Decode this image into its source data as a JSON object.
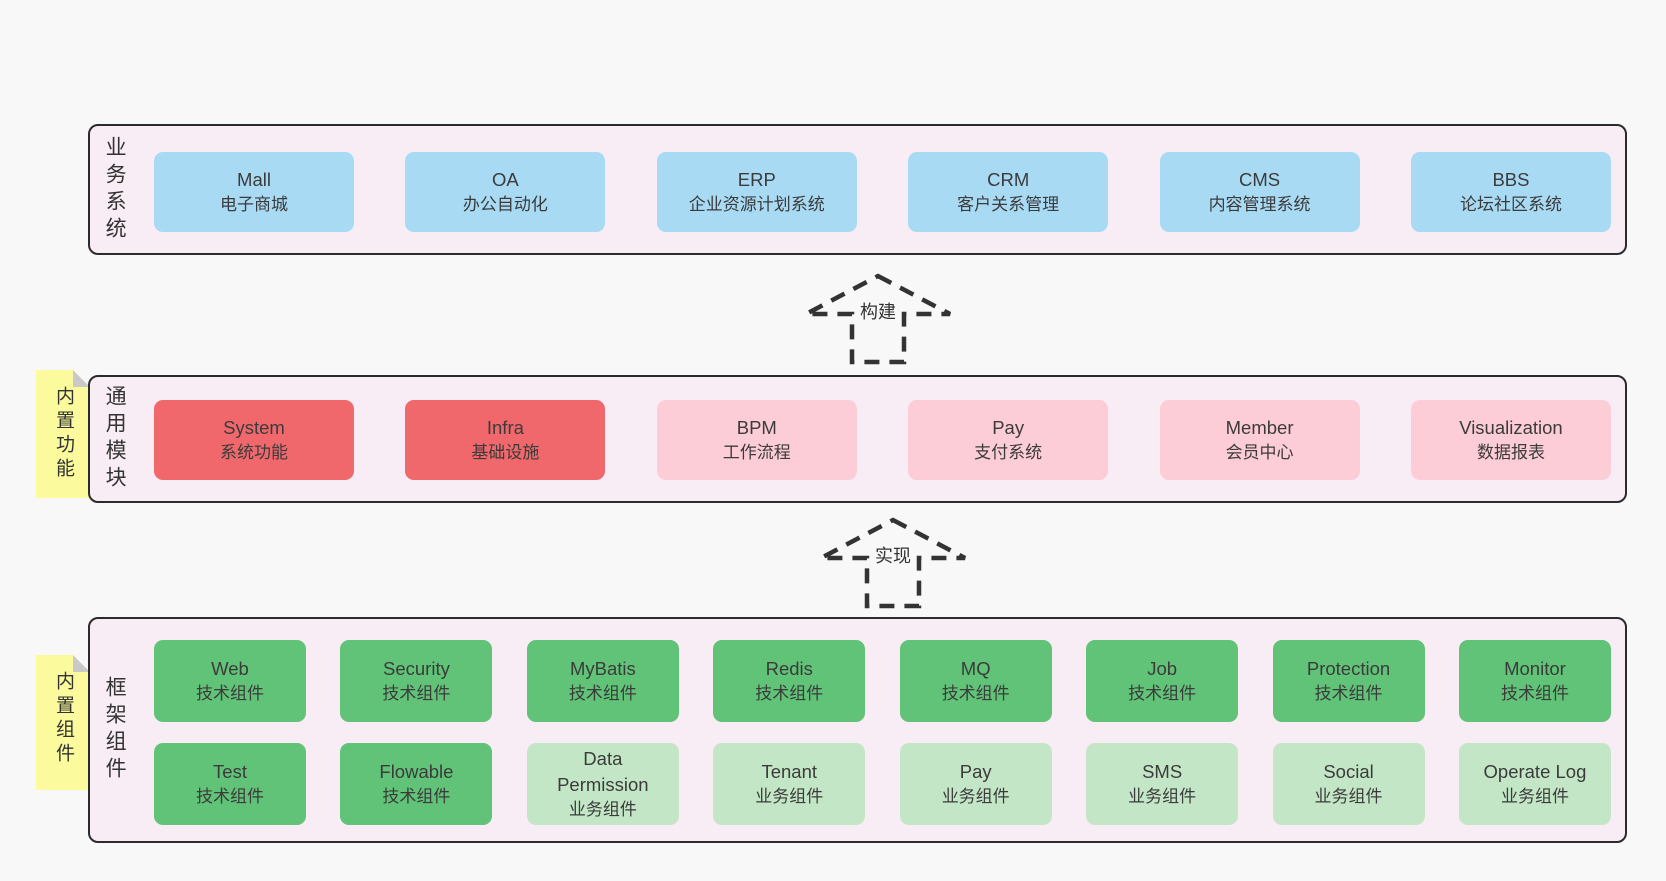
{
  "colors": {
    "page_bg": "#f8f8f8",
    "container_bg": "#f8edf5",
    "container_border": "#2b2b2b",
    "business_box": "#a8daf4",
    "core_module_box": "#f0686c",
    "extra_module_box": "#fccdd6",
    "tech_component_box": "#60c377",
    "biz_component_box": "#c3e7c6",
    "note_bg": "#fbfb9d",
    "note_fold": "#c9c9c9",
    "arrow_stroke": "#333333"
  },
  "arrows": [
    {
      "label": "构建"
    },
    {
      "label": "实现"
    }
  ],
  "sections": [
    {
      "label": "业务系统",
      "boxes": [
        {
          "name": "Mall",
          "subtitle": "电子商城"
        },
        {
          "name": "OA",
          "subtitle": "办公自动化"
        },
        {
          "name": "ERP",
          "subtitle": "企业资源计划系统"
        },
        {
          "name": "CRM",
          "subtitle": "客户关系管理"
        },
        {
          "name": "CMS",
          "subtitle": "内容管理系统"
        },
        {
          "name": "BBS",
          "subtitle": "论坛社区系统"
        }
      ]
    },
    {
      "label": "通用模块",
      "note": "内置功能",
      "boxes": [
        {
          "name": "System",
          "subtitle": "系统功能"
        },
        {
          "name": "Infra",
          "subtitle": "基础设施"
        },
        {
          "name": "BPM",
          "subtitle": "工作流程"
        },
        {
          "name": "Pay",
          "subtitle": "支付系统"
        },
        {
          "name": "Member",
          "subtitle": "会员中心"
        },
        {
          "name": "Visualization",
          "subtitle": "数据报表"
        }
      ]
    },
    {
      "label": "框架组件",
      "note": "内置组件",
      "rows": [
        [
          {
            "name": "Web",
            "subtitle": "技术组件"
          },
          {
            "name": "Security",
            "subtitle": "技术组件"
          },
          {
            "name": "MyBatis",
            "subtitle": "技术组件"
          },
          {
            "name": "Redis",
            "subtitle": "技术组件"
          },
          {
            "name": "MQ",
            "subtitle": "技术组件"
          },
          {
            "name": "Job",
            "subtitle": "技术组件"
          },
          {
            "name": "Protection",
            "subtitle": "技术组件"
          },
          {
            "name": "Monitor",
            "subtitle": "技术组件"
          }
        ],
        [
          {
            "name": "Test",
            "subtitle": "技术组件"
          },
          {
            "name": "Flowable",
            "subtitle": "技术组件"
          },
          {
            "name": "Data Permission",
            "subtitle": "业务组件"
          },
          {
            "name": "Tenant",
            "subtitle": "业务组件"
          },
          {
            "name": "Pay",
            "subtitle": "业务组件"
          },
          {
            "name": "SMS",
            "subtitle": "业务组件"
          },
          {
            "name": "Social",
            "subtitle": "业务组件"
          },
          {
            "name": "Operate Log",
            "subtitle": "业务组件"
          }
        ]
      ]
    }
  ]
}
